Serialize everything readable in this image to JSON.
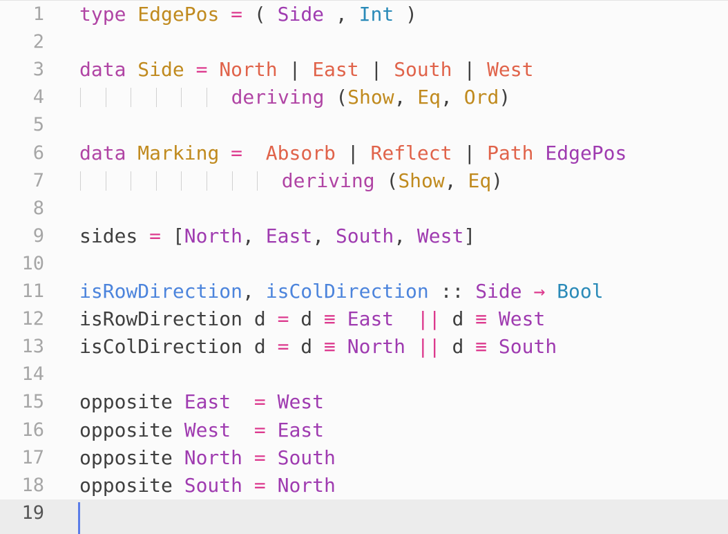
{
  "colors": {
    "keyword": "#b044a4",
    "type_name": "#c08a1e",
    "builtin_type": "#2a8ab8",
    "constructor_red": "#e0634a",
    "constructor_purple": "#9f3bb0",
    "operator": "#dc3a8e",
    "function_blue": "#4c84dc",
    "plain": "#3f3f3f"
  },
  "editor": {
    "cursor_line": "19",
    "lines": [
      {
        "num": "1",
        "tokens": [
          {
            "t": "type",
            "c": "keyword"
          },
          {
            "t": " "
          },
          {
            "t": "EdgePos",
            "c": "type_name"
          },
          {
            "t": " "
          },
          {
            "t": "=",
            "c": "operator"
          },
          {
            "t": " ( "
          },
          {
            "t": "Side",
            "c": "constructor_purple"
          },
          {
            "t": " , "
          },
          {
            "t": "Int",
            "c": "builtin_type"
          },
          {
            "t": " )"
          }
        ]
      },
      {
        "num": "2",
        "tokens": []
      },
      {
        "num": "3",
        "tokens": [
          {
            "t": "data",
            "c": "keyword"
          },
          {
            "t": " "
          },
          {
            "t": "Side",
            "c": "type_name"
          },
          {
            "t": " "
          },
          {
            "t": "=",
            "c": "operator"
          },
          {
            "t": " "
          },
          {
            "t": "North",
            "c": "constructor_red"
          },
          {
            "t": " | "
          },
          {
            "t": "East",
            "c": "constructor_red"
          },
          {
            "t": " | "
          },
          {
            "t": "South",
            "c": "constructor_red"
          },
          {
            "t": " | "
          },
          {
            "t": "West",
            "c": "constructor_red"
          }
        ]
      },
      {
        "num": "4",
        "guides": 6,
        "tokens": [
          {
            "t": "deriving",
            "c": "keyword"
          },
          {
            "t": " ("
          },
          {
            "t": "Show",
            "c": "type_name"
          },
          {
            "t": ", "
          },
          {
            "t": "Eq",
            "c": "type_name"
          },
          {
            "t": ", "
          },
          {
            "t": "Ord",
            "c": "type_name"
          },
          {
            "t": ")"
          }
        ]
      },
      {
        "num": "5",
        "tokens": []
      },
      {
        "num": "6",
        "tokens": [
          {
            "t": "data",
            "c": "keyword"
          },
          {
            "t": " "
          },
          {
            "t": "Marking",
            "c": "type_name"
          },
          {
            "t": " "
          },
          {
            "t": "=",
            "c": "operator"
          },
          {
            "t": "  "
          },
          {
            "t": "Absorb",
            "c": "constructor_red"
          },
          {
            "t": " | "
          },
          {
            "t": "Reflect",
            "c": "constructor_red"
          },
          {
            "t": " | "
          },
          {
            "t": "Path",
            "c": "constructor_red"
          },
          {
            "t": " "
          },
          {
            "t": "EdgePos",
            "c": "constructor_purple"
          }
        ]
      },
      {
        "num": "7",
        "guides": 8,
        "tokens": [
          {
            "t": "deriving",
            "c": "keyword"
          },
          {
            "t": " ("
          },
          {
            "t": "Show",
            "c": "type_name"
          },
          {
            "t": ", "
          },
          {
            "t": "Eq",
            "c": "type_name"
          },
          {
            "t": ")"
          }
        ]
      },
      {
        "num": "8",
        "tokens": []
      },
      {
        "num": "9",
        "tokens": [
          {
            "t": "sides"
          },
          {
            "t": " "
          },
          {
            "t": "=",
            "c": "operator"
          },
          {
            "t": " ["
          },
          {
            "t": "North",
            "c": "constructor_purple"
          },
          {
            "t": ", "
          },
          {
            "t": "East",
            "c": "constructor_purple"
          },
          {
            "t": ", "
          },
          {
            "t": "South",
            "c": "constructor_purple"
          },
          {
            "t": ", "
          },
          {
            "t": "West",
            "c": "constructor_purple"
          },
          {
            "t": "]"
          }
        ]
      },
      {
        "num": "10",
        "tokens": []
      },
      {
        "num": "11",
        "tokens": [
          {
            "t": "isRowDirection",
            "c": "function_blue"
          },
          {
            "t": ", "
          },
          {
            "t": "isColDirection",
            "c": "function_blue"
          },
          {
            "t": " :: "
          },
          {
            "t": "Side",
            "c": "constructor_purple"
          },
          {
            "t": " "
          },
          {
            "t": "→",
            "c": "operator"
          },
          {
            "t": " "
          },
          {
            "t": "Bool",
            "c": "builtin_type"
          }
        ]
      },
      {
        "num": "12",
        "tokens": [
          {
            "t": "isRowDirection d "
          },
          {
            "t": "=",
            "c": "operator"
          },
          {
            "t": " d "
          },
          {
            "t": "≡",
            "c": "operator"
          },
          {
            "t": " "
          },
          {
            "t": "East",
            "c": "constructor_purple"
          },
          {
            "t": "  "
          },
          {
            "t": "||",
            "c": "operator"
          },
          {
            "t": " d "
          },
          {
            "t": "≡",
            "c": "operator"
          },
          {
            "t": " "
          },
          {
            "t": "West",
            "c": "constructor_purple"
          }
        ]
      },
      {
        "num": "13",
        "tokens": [
          {
            "t": "isColDirection d "
          },
          {
            "t": "=",
            "c": "operator"
          },
          {
            "t": " d "
          },
          {
            "t": "≡",
            "c": "operator"
          },
          {
            "t": " "
          },
          {
            "t": "North",
            "c": "constructor_purple"
          },
          {
            "t": " "
          },
          {
            "t": "||",
            "c": "operator"
          },
          {
            "t": " d "
          },
          {
            "t": "≡",
            "c": "operator"
          },
          {
            "t": " "
          },
          {
            "t": "South",
            "c": "constructor_purple"
          }
        ]
      },
      {
        "num": "14",
        "tokens": []
      },
      {
        "num": "15",
        "tokens": [
          {
            "t": "opposite "
          },
          {
            "t": "East",
            "c": "constructor_purple"
          },
          {
            "t": "  "
          },
          {
            "t": "=",
            "c": "operator"
          },
          {
            "t": " "
          },
          {
            "t": "West",
            "c": "constructor_purple"
          }
        ]
      },
      {
        "num": "16",
        "tokens": [
          {
            "t": "opposite "
          },
          {
            "t": "West",
            "c": "constructor_purple"
          },
          {
            "t": "  "
          },
          {
            "t": "=",
            "c": "operator"
          },
          {
            "t": " "
          },
          {
            "t": "East",
            "c": "constructor_purple"
          }
        ]
      },
      {
        "num": "17",
        "tokens": [
          {
            "t": "opposite "
          },
          {
            "t": "North",
            "c": "constructor_purple"
          },
          {
            "t": " "
          },
          {
            "t": "=",
            "c": "operator"
          },
          {
            "t": " "
          },
          {
            "t": "South",
            "c": "constructor_purple"
          }
        ]
      },
      {
        "num": "18",
        "tokens": [
          {
            "t": "opposite "
          },
          {
            "t": "South",
            "c": "constructor_purple"
          },
          {
            "t": " "
          },
          {
            "t": "=",
            "c": "operator"
          },
          {
            "t": " "
          },
          {
            "t": "North",
            "c": "constructor_purple"
          }
        ]
      },
      {
        "num": "19",
        "tokens": []
      }
    ]
  }
}
